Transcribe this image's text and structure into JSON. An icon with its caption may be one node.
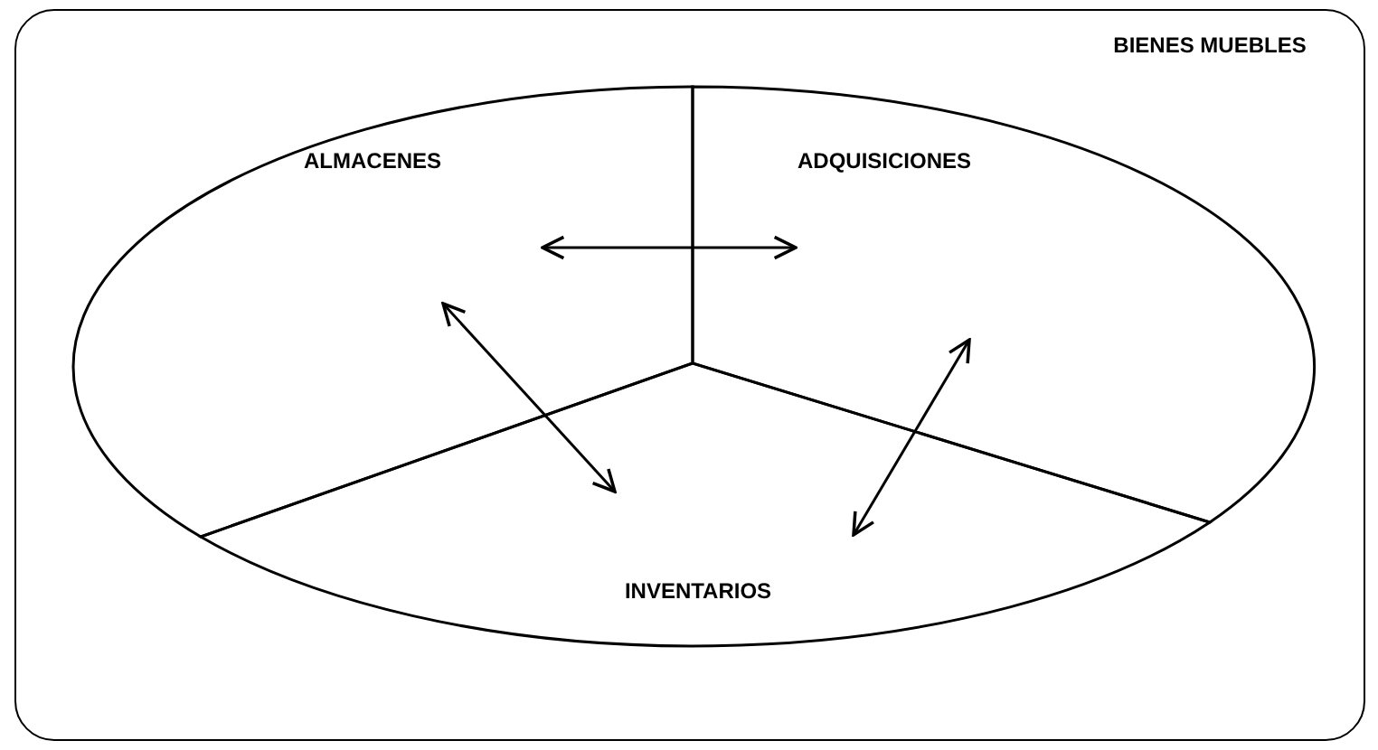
{
  "diagram": {
    "nodes": [
      {
        "text": [
          "BIENES MUEBLES"
        ]
      },
      {
        "text": [
          "ALMACENES"
        ],
        "in": 0
      },
      {
        "text": [
          "ADQUISICIONES"
        ],
        "in": 0
      },
      {
        "text": [
          "INVENTARIOS"
        ],
        "in": 0
      }
    ],
    "edges": [
      {
        "from": 1,
        "to": 2,
        "arrow": "both"
      },
      {
        "from": 1,
        "to": 3,
        "arrow": "both"
      },
      {
        "from": 2,
        "to": 3,
        "arrow": "both"
      }
    ]
  }
}
